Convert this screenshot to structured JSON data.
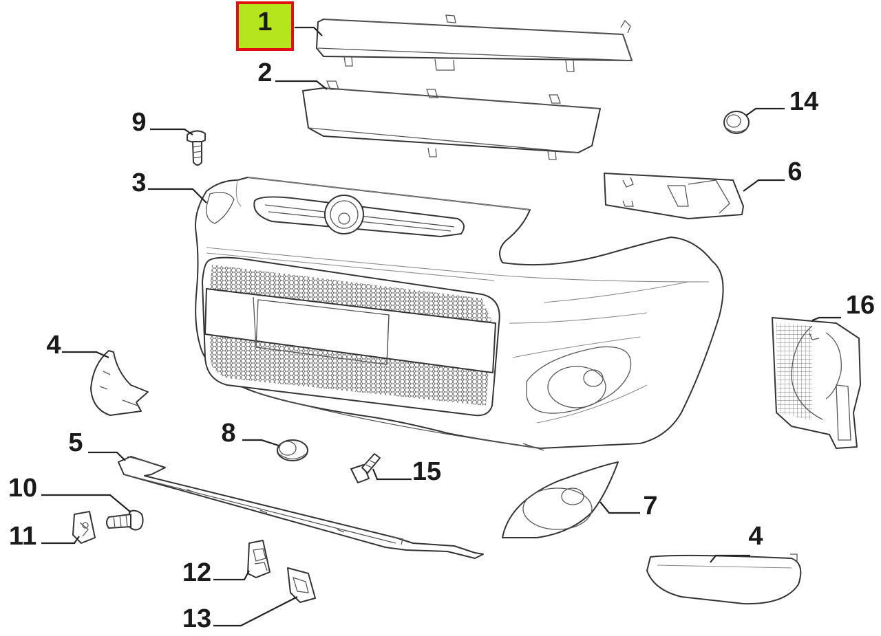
{
  "callouts": {
    "c1": "1",
    "c2": "2",
    "c3": "3",
    "c4a": "4",
    "c4b": "4",
    "c5": "5",
    "c6": "6",
    "c7": "7",
    "c8": "8",
    "c9": "9",
    "c10": "10",
    "c11": "11",
    "c12": "12",
    "c13": "13",
    "c14": "14",
    "c15": "15",
    "c16": "16"
  },
  "highlight": {
    "callout": "1",
    "fill_color": "#b5e61d",
    "border_color": "#e01010"
  }
}
